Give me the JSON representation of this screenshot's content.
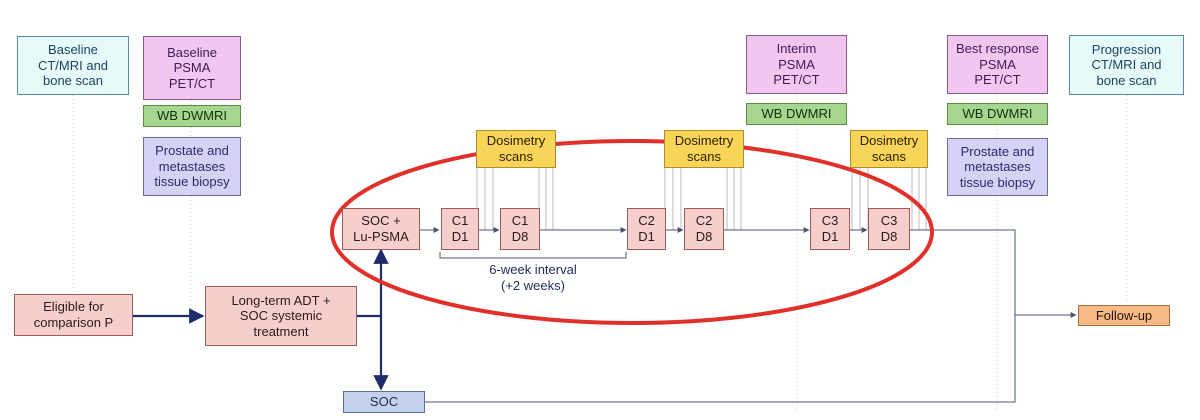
{
  "colors": {
    "cyan_fill": "#e6fafa",
    "pink_fill": "#f3c6ef",
    "green_fill": "#a6d58f",
    "lavender_fill": "#d6d2f5",
    "salmon_fill": "#f6cfcd",
    "yellow_fill": "#f8d558",
    "orange_fill": "#f6b988",
    "blue_fill": "#c4d1ea",
    "connector": "#1f2c6b",
    "highlight_ellipse": "#e0302a"
  },
  "imaging": {
    "baseline_ct": "Baseline\nCT/MRI and\nbone scan",
    "baseline_psma": "Baseline\nPSMA\nPET/CT",
    "baseline_wb": "WB DWMRI",
    "baseline_biopsy": "Prostate and\nmetastases\ntissue biopsy",
    "interim_psma": "Interim\nPSMA\nPET/CT",
    "interim_wb": "WB DWMRI",
    "best_psma": "Best response\nPSMA\nPET/CT",
    "best_wb": "WB DWMRI",
    "best_biopsy": "Prostate and\nmetastases\ntissue biopsy",
    "progression_ct": "Progression\nCT/MRI and\nbone scan"
  },
  "flow": {
    "eligible": "Eligible for\ncomparison P",
    "adt": "Long-term ADT +\nSOC systemic\ntreatment",
    "soc_lu": "SOC +\nLu-PSMA",
    "soc": "SOC",
    "followup": "Follow-up"
  },
  "cycles": {
    "c1d1": "C1\nD1",
    "c1d8": "C1\nD8",
    "c2d1": "C2\nD1",
    "c2d8": "C2\nD8",
    "c3d1": "C3\nD1",
    "c3d8": "C3\nD8"
  },
  "dosimetry": {
    "d1": "Dosimetry\nscans",
    "d2": "Dosimetry\nscans",
    "d3": "Dosimetry\nscans"
  },
  "interval_note": "6-week interval\n(+2 weeks)"
}
